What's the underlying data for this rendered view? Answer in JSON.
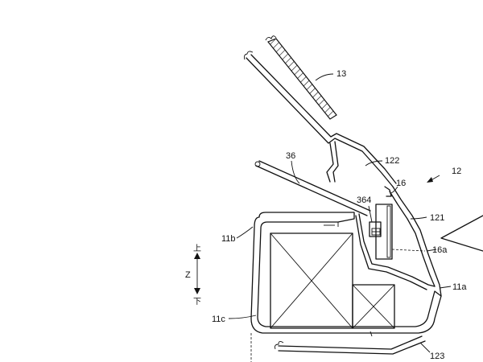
{
  "labels": {
    "ref_13": "13",
    "ref_122": "122",
    "ref_12": "12",
    "ref_36": "36",
    "ref_16": "16",
    "ref_364": "364",
    "ref_121": "121",
    "ref_16a": "16a",
    "ref_11b": "11b",
    "ref_11a": "11a",
    "ref_11c": "11c",
    "ref_123": "123"
  },
  "axis": {
    "name": "Z",
    "up": "上",
    "down": "下"
  }
}
